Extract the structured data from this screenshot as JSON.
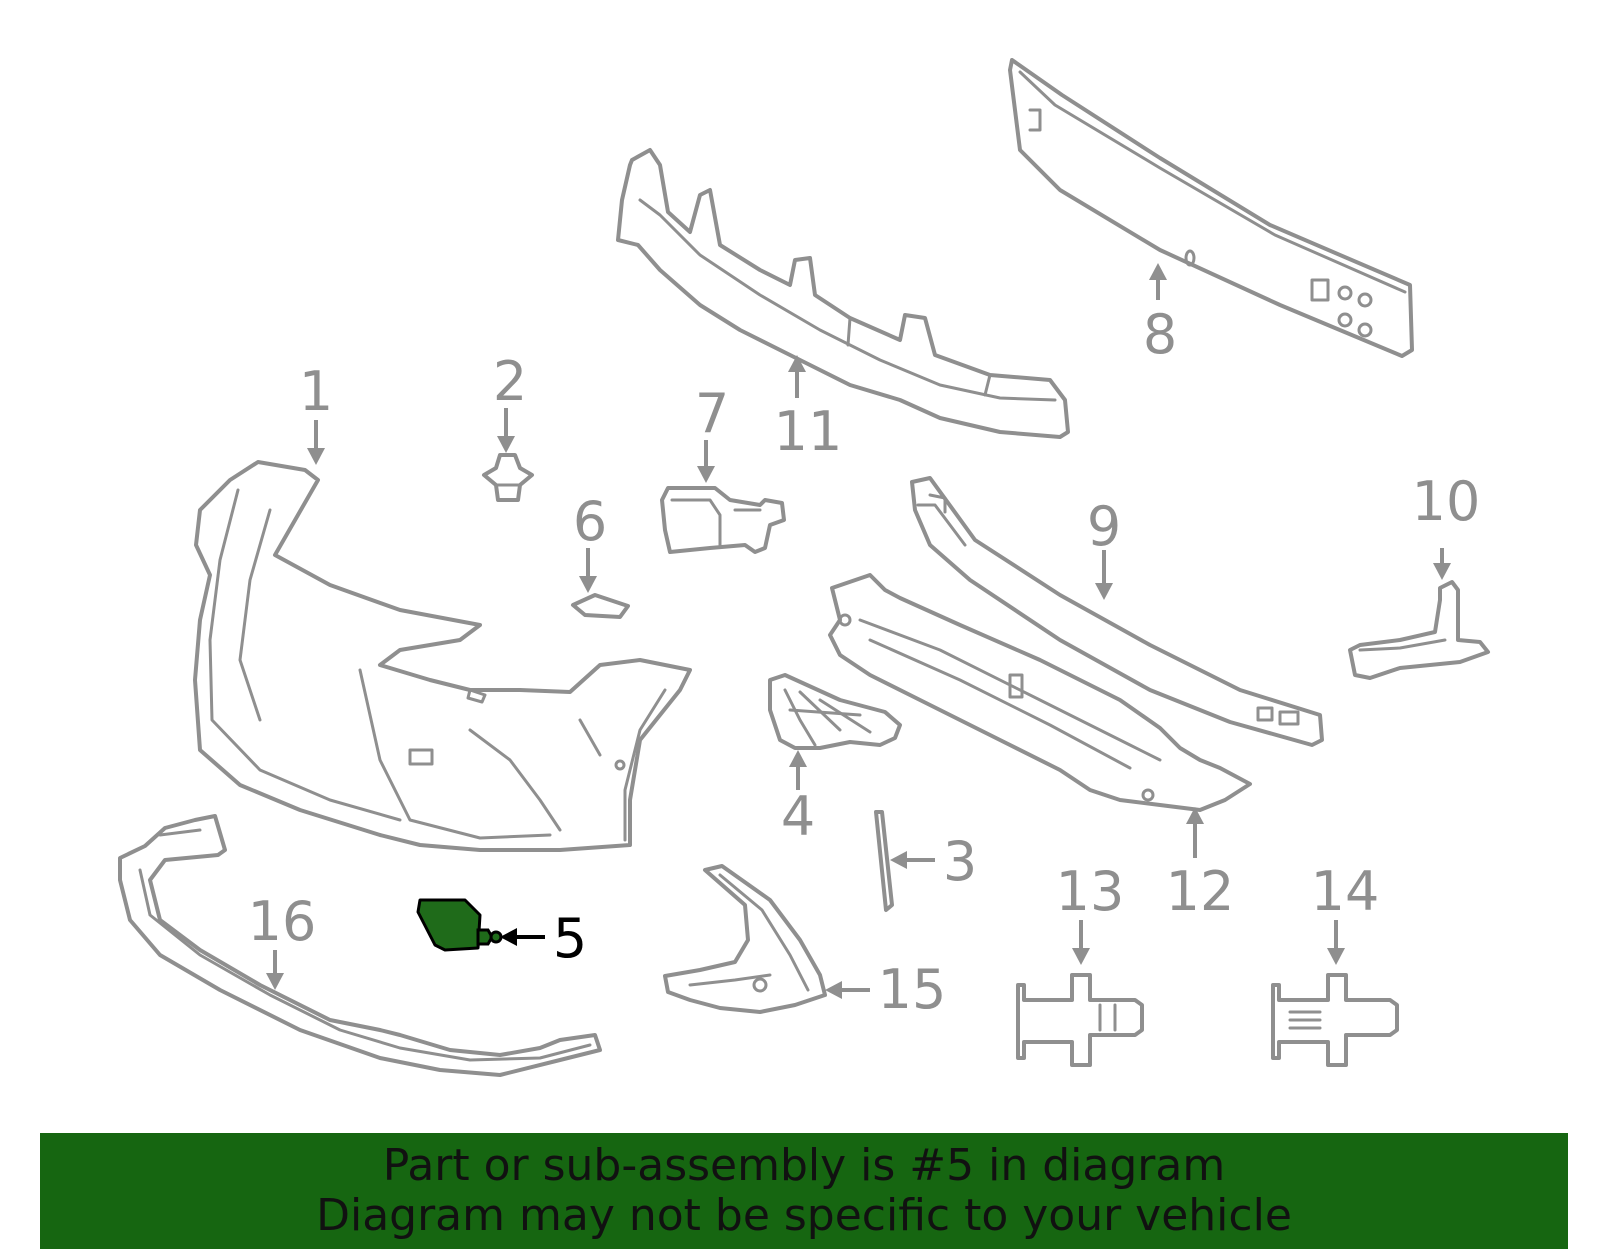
{
  "diagram": {
    "highlight_color": "#1f6b1a",
    "highlighted_part": "5",
    "callouts": [
      "1",
      "2",
      "3",
      "4",
      "5",
      "6",
      "7",
      "8",
      "9",
      "10",
      "11",
      "12",
      "13",
      "14",
      "15",
      "16"
    ]
  },
  "banner": {
    "line1": "Part or sub-assembly is #5 in diagram",
    "line2": "Diagram may not be specific to your vehicle",
    "background": "#166611"
  }
}
